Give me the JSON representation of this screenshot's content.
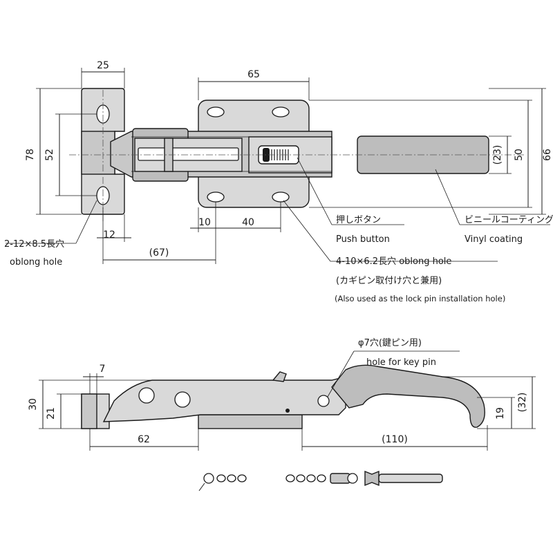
{
  "top_view": {
    "dimensions": {
      "bracket_width": "25",
      "bracket_height": "78",
      "bracket_hole_pitch": "52",
      "bracket_hole_offset": "12",
      "base_plate_width": "65",
      "base_hole_offset": "10",
      "base_hole_pitch": "40",
      "bracket_to_base": "(67)",
      "handle_height": "(23)",
      "base_plate_height": "50",
      "overall_height": "66"
    },
    "labels": {
      "bracket_hole_jp": "2-12×8.5長穴",
      "bracket_hole_en": "oblong hole",
      "push_button_jp": "押しボタン",
      "push_button_en": "Push button",
      "vinyl_coating_jp": "ビニールコーティング",
      "vinyl_coating_en": "Vinyl coating",
      "base_hole_spec": "4-10×6.2長穴 oblong hole",
      "base_hole_note_jp": "(カギピン取付け穴と兼用)",
      "base_hole_note_en": "(Also used as the lock pin installation hole)"
    }
  },
  "side_view": {
    "dimensions": {
      "bracket_thickness": "7",
      "overall_height": "30",
      "bracket_height": "21",
      "bracket_to_pivot": "62",
      "handle_length": "(110)",
      "handle_height": "19",
      "handle_overall": "(32)"
    },
    "labels": {
      "key_pin_hole_jp": "φ7穴(鍵ピン用)",
      "key_pin_hole_en": "hole for key pin"
    }
  },
  "accessories": {
    "chain_label": "",
    "pin_label": ""
  }
}
